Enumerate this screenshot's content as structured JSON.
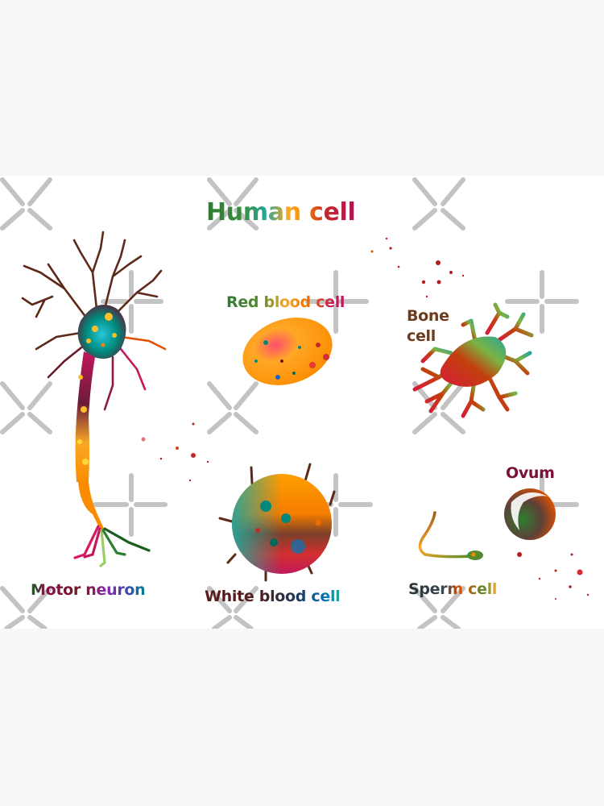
{
  "poster": {
    "title": "Human cell",
    "background": "#ffffff",
    "page_background": "#f7f7f7",
    "cells": [
      {
        "id": "motor-neuron",
        "label": "Motor neuron"
      },
      {
        "id": "red-blood-cell",
        "label": "Red blood cell"
      },
      {
        "id": "bone-cell",
        "label": "Bone cell"
      },
      {
        "id": "white-blood-cell",
        "label": "White blood cell"
      },
      {
        "id": "sperm-cell",
        "label": "Sperm cell"
      },
      {
        "id": "ovum",
        "label": "Ovum"
      }
    ],
    "watermark": {
      "pattern": "gray X and + marks",
      "color": "#bdbdbd"
    }
  }
}
